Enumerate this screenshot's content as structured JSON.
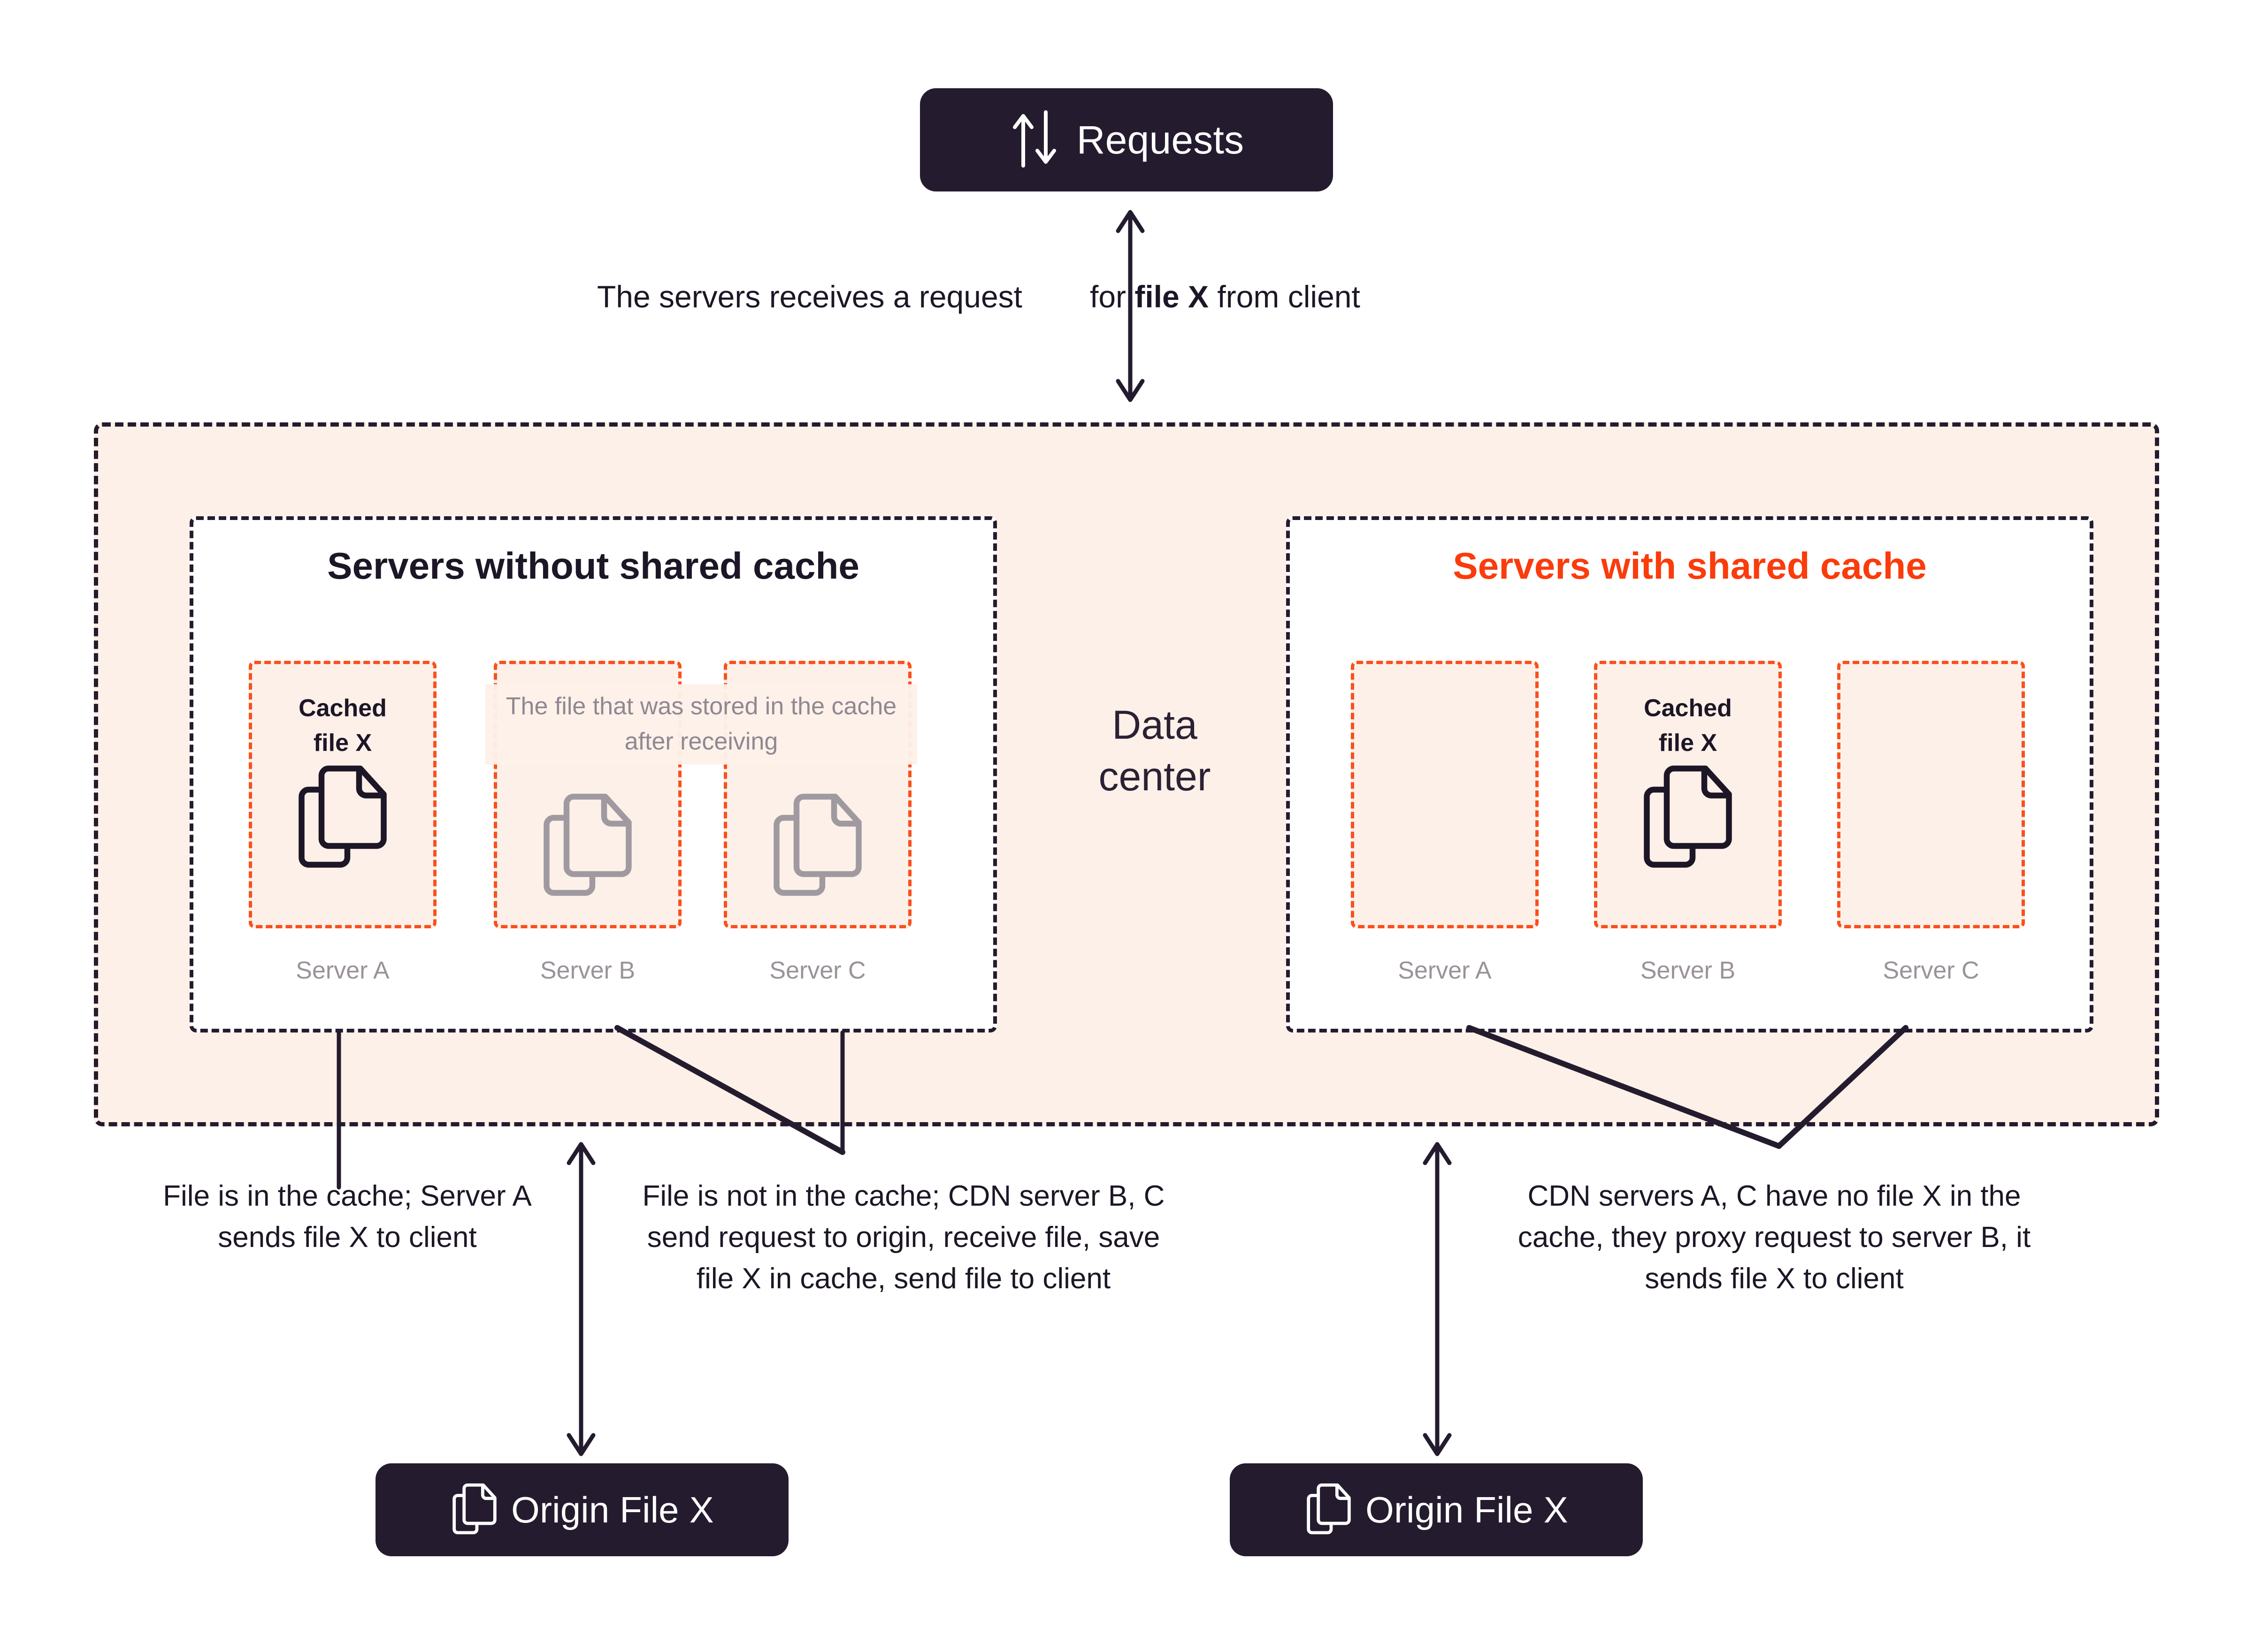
{
  "requests_badge": {
    "label": "Requests",
    "icon": "up-down-arrows-icon"
  },
  "top_caption": {
    "left": "The servers receives a request",
    "right_prefix": "for ",
    "right_bold": "file X",
    "right_suffix": " from client"
  },
  "datacenter": {
    "label_line1": "Data",
    "label_line2": "center"
  },
  "panels": [
    {
      "id": "without-shared-cache",
      "title": "Servers without shared cache",
      "title_color": "#1d1626",
      "overflow_note": "The file that was stored in the cache after receiving",
      "servers": [
        {
          "name": "Server A",
          "cache_label_line1": "Cached",
          "cache_label_line2": "file X",
          "icon": "files-icon",
          "icon_state": "filled"
        },
        {
          "name": "Server B",
          "cache_label_line1": "",
          "cache_label_line2": "",
          "icon": "files-icon",
          "icon_state": "muted"
        },
        {
          "name": "Server C",
          "cache_label_line1": "",
          "cache_label_line2": "",
          "icon": "files-icon",
          "icon_state": "muted"
        }
      ]
    },
    {
      "id": "with-shared-cache",
      "title": "Servers with shared cache",
      "title_color": "#fa3c0c",
      "overflow_note": "",
      "servers": [
        {
          "name": "Server A",
          "cache_label_line1": "",
          "cache_label_line2": "",
          "icon": "",
          "icon_state": "empty"
        },
        {
          "name": "Server B",
          "cache_label_line1": "Cached",
          "cache_label_line2": "file X",
          "icon": "files-icon",
          "icon_state": "filled"
        },
        {
          "name": "Server C",
          "cache_label_line1": "",
          "cache_label_line2": "",
          "icon": "",
          "icon_state": "empty"
        }
      ]
    }
  ],
  "captions": {
    "left": "File is in the cache; Server A sends file X to client",
    "middle": "File is not in the cache; CDN server B, C send request to origin, receive file, save file X in cache, send file to client",
    "right": "CDN servers A, C have no file X in the cache, they proxy request to server B, it sends file X to client"
  },
  "origin_badges": [
    {
      "label": "Origin File X",
      "icon": "files-icon"
    },
    {
      "label": "Origin File X",
      "icon": "files-icon"
    }
  ],
  "colors": {
    "dark": "#241c2e",
    "orange": "#fa3c0c",
    "cache_border": "#f9501c",
    "datacenter_bg": "#fdf0e8",
    "muted_text": "#9a9299",
    "white": "#ffffff"
  }
}
